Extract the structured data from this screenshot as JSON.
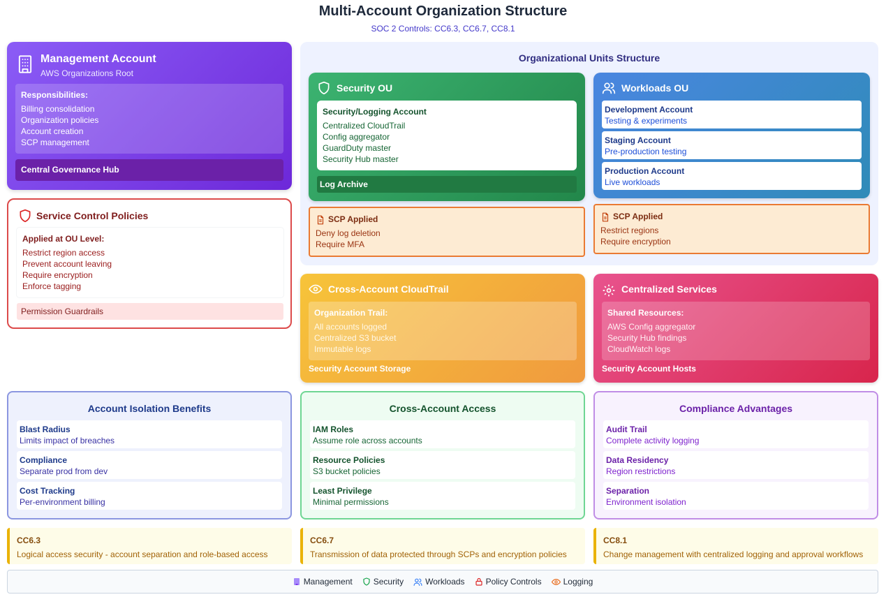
{
  "header": {
    "title": "Multi-Account Organization Structure",
    "subtitle": "SOC 2 Controls: CC6.3, CC6.7, CC8.1"
  },
  "management": {
    "icon": "building-icon",
    "title": "Management Account",
    "subtitle": "AWS Organizations Root",
    "resp_label": "Responsibilities:",
    "items": [
      "Billing consolidation",
      "Organization policies",
      "Account creation",
      "SCP management"
    ],
    "footer": "Central Governance Hub"
  },
  "scp": {
    "icon": "shield-icon",
    "title": "Service Control Policies",
    "label": "Applied at OU Level:",
    "items": [
      "Restrict region access",
      "Prevent account leaving",
      "Require encryption",
      "Enforce tagging"
    ],
    "footer": "Permission Guardrails"
  },
  "ou": {
    "title": "Organizational Units Structure",
    "security": {
      "icon": "shield-icon",
      "title": "Security OU",
      "account_label": "Security/Logging Account",
      "items": [
        "Centralized CloudTrail",
        "Config aggregator",
        "GuardDuty master",
        "Security Hub master"
      ],
      "footer": "Log Archive",
      "scp_label": "SCP Applied",
      "scp_items": [
        "Deny log deletion",
        "Require MFA"
      ]
    },
    "workloads": {
      "icon": "users-icon",
      "title": "Workloads OU",
      "accounts": [
        {
          "name": "Development Account",
          "desc": "Testing & experiments"
        },
        {
          "name": "Staging Account",
          "desc": "Pre-production testing"
        },
        {
          "name": "Production Account",
          "desc": "Live workloads"
        }
      ],
      "scp_label": "SCP Applied",
      "scp_items": [
        "Restrict regions",
        "Require encryption"
      ]
    }
  },
  "cloudtrail": {
    "icon": "eye-icon",
    "title": "Cross-Account CloudTrail",
    "label": "Organization Trail:",
    "items": [
      "All accounts logged",
      "Centralized S3 bucket",
      "Immutable logs"
    ],
    "footer": "Security Account Storage"
  },
  "central": {
    "icon": "gear-icon",
    "title": "Centralized Services",
    "label": "Shared Resources:",
    "items": [
      "AWS Config aggregator",
      "Security Hub findings",
      "CloudWatch logs"
    ],
    "footer": "Security Account Hosts"
  },
  "panels": [
    {
      "title": "Account Isolation Benefits",
      "items": [
        {
          "name": "Blast Radius",
          "desc": "Limits impact of breaches"
        },
        {
          "name": "Compliance",
          "desc": "Separate prod from dev"
        },
        {
          "name": "Cost Tracking",
          "desc": "Per-environment billing"
        }
      ]
    },
    {
      "title": "Cross-Account Access",
      "items": [
        {
          "name": "IAM Roles",
          "desc": "Assume role across accounts"
        },
        {
          "name": "Resource Policies",
          "desc": "S3 bucket policies"
        },
        {
          "name": "Least Privilege",
          "desc": "Minimal permissions"
        }
      ]
    },
    {
      "title": "Compliance Advantages",
      "items": [
        {
          "name": "Audit Trail",
          "desc": "Complete activity logging"
        },
        {
          "name": "Data Residency",
          "desc": "Region restrictions"
        },
        {
          "name": "Separation",
          "desc": "Environment isolation"
        }
      ]
    }
  ],
  "controls": [
    {
      "id": "CC6.3",
      "desc": "Logical access security - account separation and role-based access"
    },
    {
      "id": "CC6.7",
      "desc": "Transmission of data protected through SCPs and encryption policies"
    },
    {
      "id": "CC8.1",
      "desc": "Change management with centralized logging and approval workflows"
    }
  ],
  "legend": [
    {
      "icon": "building-icon",
      "label": "Management",
      "color": "#8b5cf6"
    },
    {
      "icon": "shield-icon",
      "label": "Security",
      "color": "#16a34a"
    },
    {
      "icon": "users-icon",
      "label": "Workloads",
      "color": "#3b82f6"
    },
    {
      "icon": "lock-icon",
      "label": "Policy Controls",
      "color": "#dc2626"
    },
    {
      "icon": "eye-icon",
      "label": "Logging",
      "color": "#ea7a33"
    }
  ]
}
